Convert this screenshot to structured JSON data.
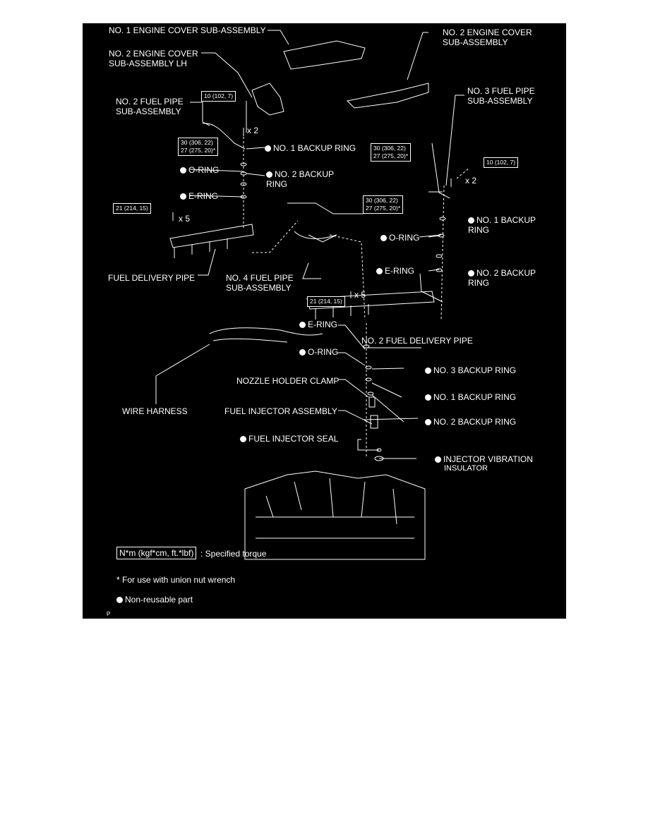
{
  "labels": {
    "engine_cover_1": "NO. 1 ENGINE COVER SUB-ASSEMBLY",
    "engine_cover_2": "NO. 2 ENGINE COVER\nSUB-ASSEMBLY",
    "engine_cover_2_lh": "NO. 2 ENGINE COVER\nSUB-ASSEMBLY LH",
    "fuel_pipe_2": "NO. 2 FUEL PIPE\nSUB-ASSEMBLY",
    "fuel_pipe_3": "NO. 3 FUEL PIPE\nSUB-ASSEMBLY",
    "fuel_pipe_4": "NO. 4 FUEL PIPE\nSUB-ASSEMBLY",
    "fuel_delivery_pipe": "FUEL DELIVERY PIPE",
    "fuel_delivery_pipe_2": "NO. 2 FUEL DELIVERY PIPE",
    "wire_harness": "WIRE HARNESS",
    "nozzle_holder_clamp": "NOZZLE HOLDER CLAMP",
    "fuel_injector_assembly": "FUEL INJECTOR ASSEMBLY",
    "backup_ring_1_left": "NO. 1 BACKUP RING",
    "o_ring_left": "O-RING",
    "backup_ring_2_left": "NO. 2 BACKUP\nRING",
    "e_ring_left": "E-RING",
    "backup_ring_1_right": "NO. 1 BACKUP\nRING",
    "o_ring_right": "O-RING",
    "e_ring_right": "E-RING",
    "backup_ring_2_right": "NO. 2 BACKUP\nRING",
    "e_ring_lower": "E-RING",
    "o_ring_lower": "O-RING",
    "backup_ring_3_lower": "NO. 3 BACKUP RING",
    "backup_ring_1_lower": "NO. 1 BACKUP RING",
    "backup_ring_2_lower": "NO. 2 BACKUP RING",
    "fuel_injector_seal": "FUEL INJECTOR SEAL",
    "injector_vibration": "INJECTOR VIBRATION",
    "insulator": "INSULATOR"
  },
  "torque": {
    "t1": "10 (102, 7)",
    "t2": "30 (306, 22)\n27 (275, 20)*",
    "t3": "30 (306, 22)\n27 (275, 20)*",
    "t4": "10 (102, 7)",
    "t5": "30 (306, 22)\n27 (275, 20)*",
    "t6": "21 (214, 15)",
    "t7": "21 (214, 15)"
  },
  "qty": {
    "x2a": "x 2",
    "x2b": "x 2",
    "x5a": "x 5",
    "x5b": "x 5"
  },
  "legend": {
    "torque_unit": "N*m (kgf*cm, ft.*lbf)",
    "torque_desc": ": Specified torque",
    "union_nut": "* For use with union nut wrench",
    "non_reusable": "Non-reusable part"
  },
  "corner_mark": "P",
  "colors": {
    "background": "#000000",
    "line": "#ffffff"
  }
}
